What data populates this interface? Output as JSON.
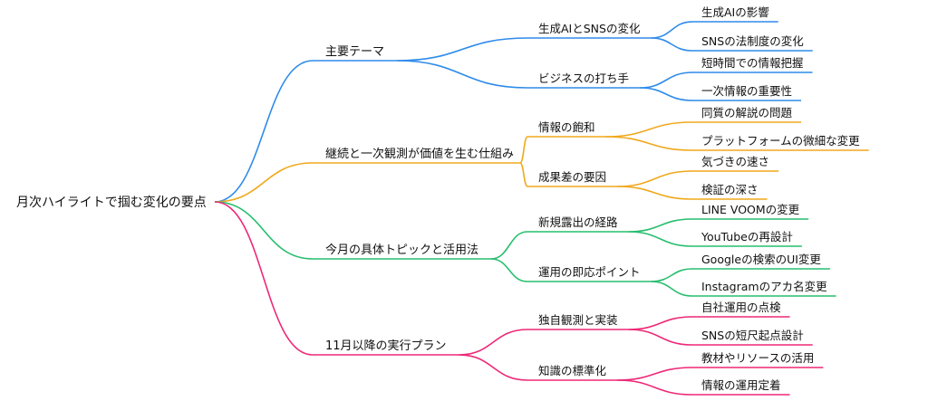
{
  "mindmap": {
    "root": "月次ハイライトで掴む変化の要点",
    "branches": [
      {
        "label": "主要テーマ",
        "color": "#2E8BEA",
        "children": [
          {
            "label": "生成AIとSNSの変化",
            "leaves": [
              "生成AIの影響",
              "SNSの法制度の変化"
            ]
          },
          {
            "label": "ビジネスの打ち手",
            "leaves": [
              "短時間での情報把握",
              "一次情報の重要性"
            ]
          }
        ]
      },
      {
        "label": "継続と一次観測が価値を生む仕組み",
        "color": "#F0A81C",
        "children": [
          {
            "label": "情報の飽和",
            "leaves": [
              "同質の解説の問題",
              "プラットフォームの微細な変更"
            ]
          },
          {
            "label": "成果差の要因",
            "leaves": [
              "気づきの速さ",
              "検証の深さ"
            ]
          }
        ]
      },
      {
        "label": "今月の具体トピックと活用法",
        "color": "#27BE6E",
        "children": [
          {
            "label": "新規露出の経路",
            "leaves": [
              "LINE VOOMの変更",
              "YouTubeの再設計"
            ]
          },
          {
            "label": "運用の即応ポイント",
            "leaves": [
              "Googleの検索のUI変更",
              "Instagramのアカ名変更"
            ]
          }
        ]
      },
      {
        "label": "11月以降の実行プラン",
        "color": "#EE2877",
        "children": [
          {
            "label": "独自観測と実装",
            "leaves": [
              "自社運用の点検",
              "SNSの短尺起点設計"
            ]
          },
          {
            "label": "知識の標準化",
            "leaves": [
              "教材やリソースの活用",
              "情報の運用定着"
            ]
          }
        ]
      }
    ]
  }
}
